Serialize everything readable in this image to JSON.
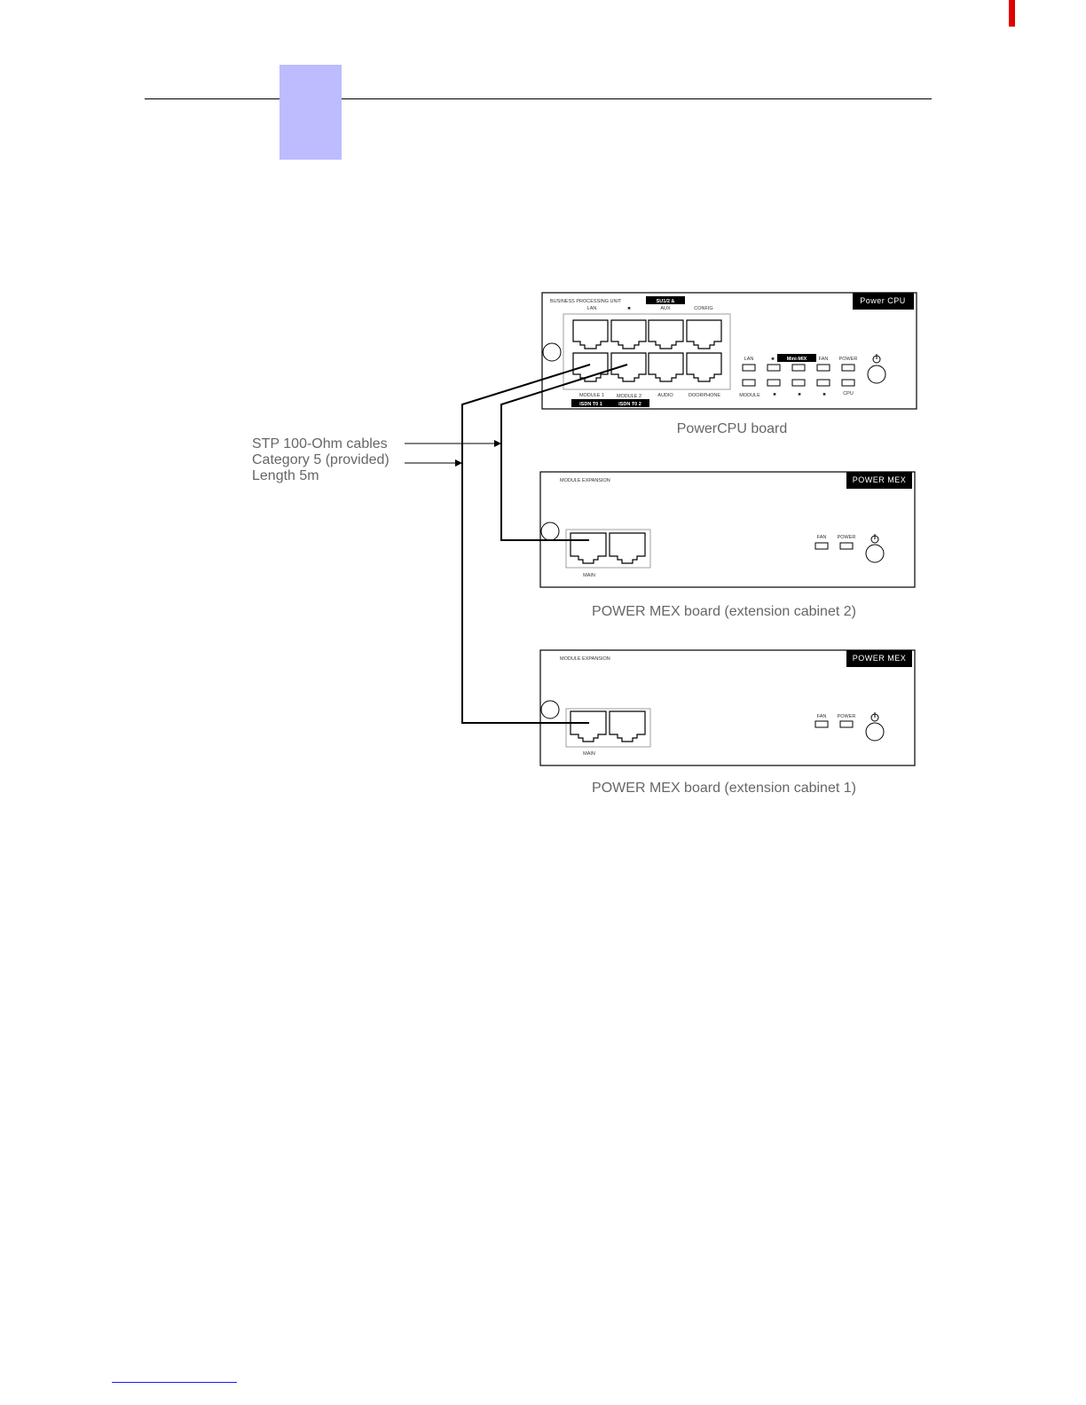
{
  "callout": {
    "line1": "STP 100-Ohm cables",
    "line2": "Category 5 (provided)",
    "line3": "Length 5m"
  },
  "cpu_board": {
    "caption": "PowerCPU board",
    "tag": "Power CPU",
    "title": "BUSINESS PROCESSING UNIT",
    "top_badge": "SU1/2 &",
    "port_labels_top": [
      "LAN",
      "■",
      "AUX",
      "CONFIG"
    ],
    "port_labels_bottom": [
      "MODULE 1",
      "MODULE 2",
      "AUDIO",
      "DOORPHONE"
    ],
    "badges_bottom": [
      "ISDN T0 1",
      "ISDN T0 2"
    ],
    "led_labels_top": [
      "LAN",
      "■",
      "Mini-MIX",
      "FAN",
      "POWER"
    ],
    "led_labels_bottom": [
      "MODULE",
      "■",
      "■",
      "■",
      "CPU"
    ]
  },
  "mex_board_2": {
    "caption": "POWER MEX board (extension cabinet 2)",
    "tag": "POWER MEX",
    "title": "MODULE EXPANSION",
    "port_label": "MAIN",
    "led_labels": [
      "FAN",
      "POWER"
    ]
  },
  "mex_board_1": {
    "caption": "POWER MEX board (extension cabinet 1)",
    "tag": "POWER MEX",
    "title": "MODULE EXPANSION",
    "port_label": "MAIN",
    "led_labels": [
      "FAN",
      "POWER"
    ]
  },
  "icons": {
    "power": "power-icon",
    "port": "rj45-port-icon",
    "arrow": "arrow-icon"
  }
}
